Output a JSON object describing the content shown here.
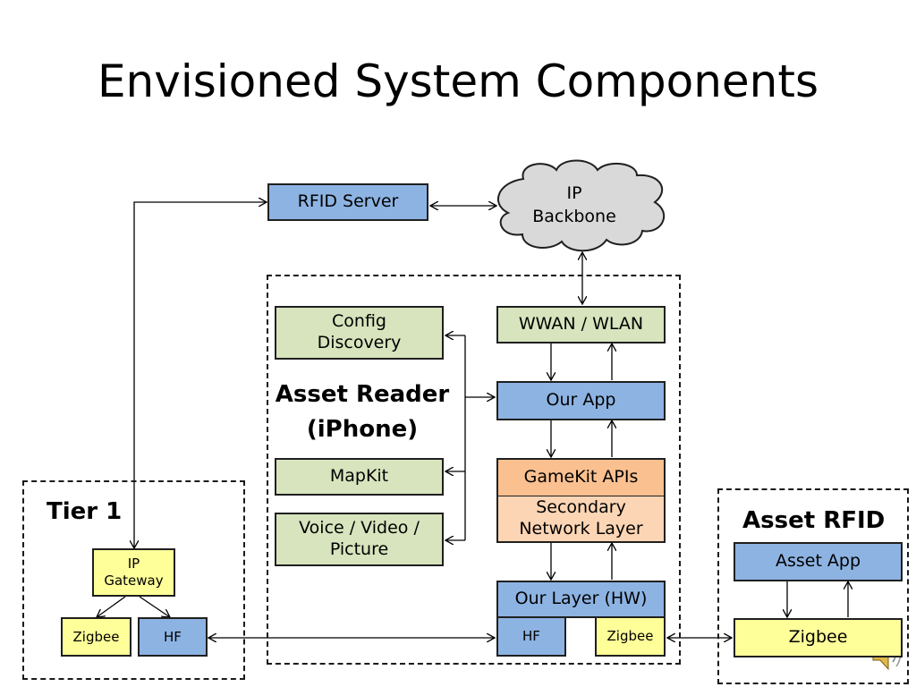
{
  "title": "Envisioned System Components",
  "zones": {
    "asset_reader_line1": "Asset Reader",
    "asset_reader_line2": "(iPhone)",
    "tier1": "Tier 1",
    "asset_rfid": "Asset RFID"
  },
  "nodes": {
    "rfid_server": "RFID Server",
    "ip_backbone_line1": "IP",
    "ip_backbone_line2": "Backbone",
    "config_discovery_line1": "Config",
    "config_discovery_line2": "Discovery",
    "mapkit": "MapKit",
    "voice_video_line1": "Voice / Video /",
    "voice_video_line2": "Picture",
    "wwan_wlan": "WWAN / WLAN",
    "our_app": "Our App",
    "gamekit_apis": "GameKit APIs",
    "secondary_line1": "Secondary",
    "secondary_line2": "Network Layer",
    "our_layer_hw": "Our Layer (HW)",
    "hf_reader": "HF",
    "zigbee_reader": "Zigbee",
    "ip_gateway_line1": "IP",
    "ip_gateway_line2": "Gateway",
    "zigbee_tier1": "Zigbee",
    "hf_tier1": "HF",
    "asset_app": "Asset App",
    "zigbee_asset": "Zigbee"
  },
  "icons": {
    "speaker": "speaker-icon"
  },
  "colors": {
    "blue": "#8db3e2",
    "green": "#d7e4bd",
    "yellow": "#ffff99",
    "orange": "#fac090",
    "peach": "#fcd5b4",
    "cloud": "#d9d9d9"
  }
}
